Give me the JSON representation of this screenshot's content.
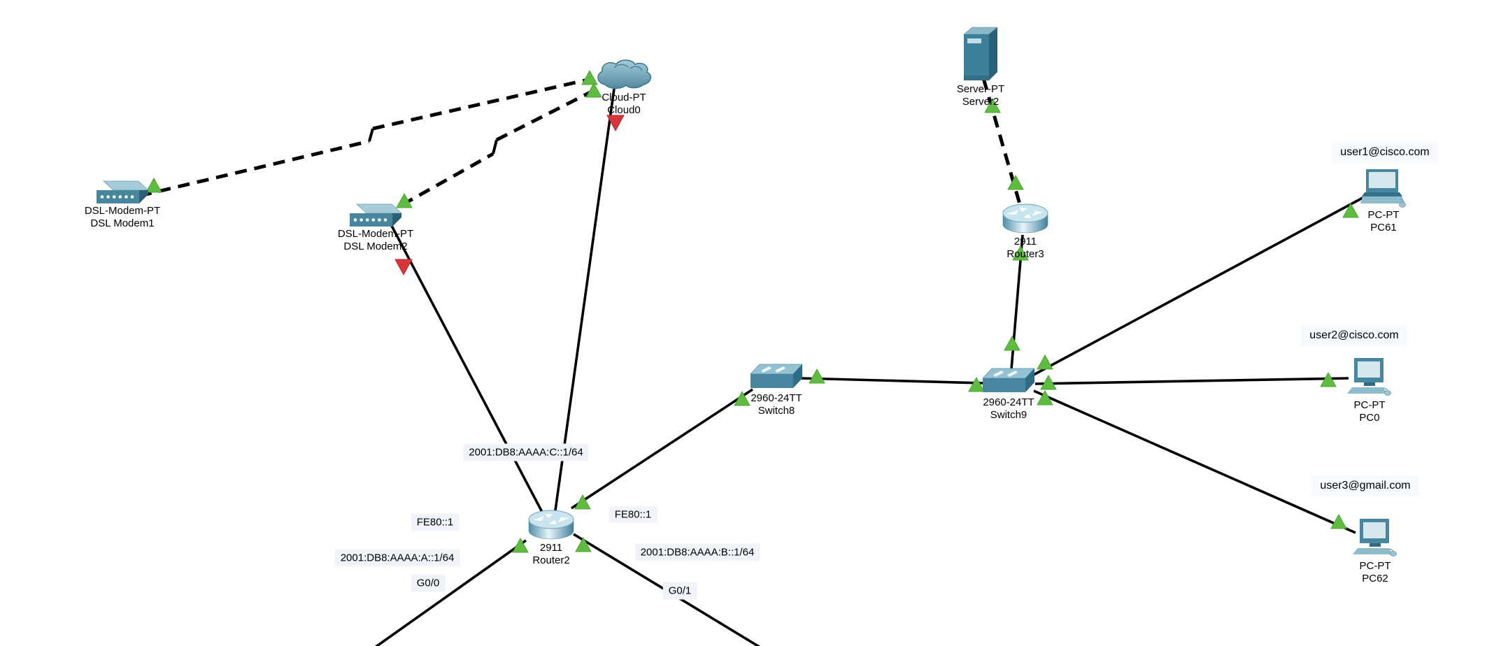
{
  "app": {
    "view": "network-topology-canvas"
  },
  "devices": [
    {
      "model": "DSL-Modem-PT",
      "name": "DSL Modem1",
      "kind": "dsl-modem"
    },
    {
      "model": "DSL-Modem-PT",
      "name": "DSL Modem2",
      "kind": "dsl-modem"
    },
    {
      "model": "Cloud-PT",
      "name": "Cloud0",
      "kind": "cloud"
    },
    {
      "model": "Server-PT",
      "name": "Server2",
      "kind": "server"
    },
    {
      "model": "2911",
      "name": "Router3",
      "kind": "router"
    },
    {
      "model": "2960-24TT",
      "name": "Switch8",
      "kind": "switch"
    },
    {
      "model": "2960-24TT",
      "name": "Switch9",
      "kind": "switch"
    },
    {
      "model": "PC-PT",
      "name": "PC61",
      "kind": "laptop"
    },
    {
      "model": "PC-PT",
      "name": "PC0",
      "kind": "pc"
    },
    {
      "model": "PC-PT",
      "name": "PC62",
      "kind": "pc"
    },
    {
      "model": "2911",
      "name": "Router2",
      "kind": "router"
    }
  ],
  "port_labels": [
    {
      "text": "2001:DB8:AAAA:C::1/64"
    },
    {
      "text": "FE80::1"
    },
    {
      "text": "FE80::1"
    },
    {
      "text": "2001:DB8:AAAA:A::1/64"
    },
    {
      "text": "2001:DB8:AAAA:B::1/64"
    },
    {
      "text": "G0/0"
    },
    {
      "text": "G0/1"
    }
  ],
  "notes": [
    {
      "text": "user1@cisco.com"
    },
    {
      "text": "user2@cisco.com"
    },
    {
      "text": "user3@gmail.com"
    }
  ],
  "links": [
    {
      "from": "DSL Modem1",
      "to": "Cloud0",
      "style": "dashed"
    },
    {
      "from": "DSL Modem2",
      "to": "Cloud0",
      "style": "dashed"
    },
    {
      "from": "Server2",
      "to": "Router3",
      "style": "dashed"
    },
    {
      "from": "Cloud0",
      "to": "Router2",
      "style": "solid"
    },
    {
      "from": "DSL Modem2",
      "to": "Router2",
      "style": "solid"
    },
    {
      "from": "Router3",
      "to": "Switch9",
      "style": "solid"
    },
    {
      "from": "Switch8",
      "to": "Switch9",
      "style": "solid"
    },
    {
      "from": "Switch8",
      "to": "Router2",
      "style": "solid"
    },
    {
      "from": "Switch9",
      "to": "PC61",
      "style": "solid"
    },
    {
      "from": "Switch9",
      "to": "PC0",
      "style": "solid"
    },
    {
      "from": "Switch9",
      "to": "PC62",
      "style": "solid"
    },
    {
      "from": "Router2",
      "to": "G0/0 down-left",
      "style": "solid"
    },
    {
      "from": "Router2",
      "to": "G0/1 down-right",
      "style": "solid"
    }
  ],
  "colors": {
    "canvas_bg": "#ffffff",
    "link": "#000000",
    "status_up_arrow": "#5ebd40",
    "status_down_arrow": "#d7353b",
    "label_bg": "#f0f4fa",
    "device_teal": "#47869e"
  }
}
